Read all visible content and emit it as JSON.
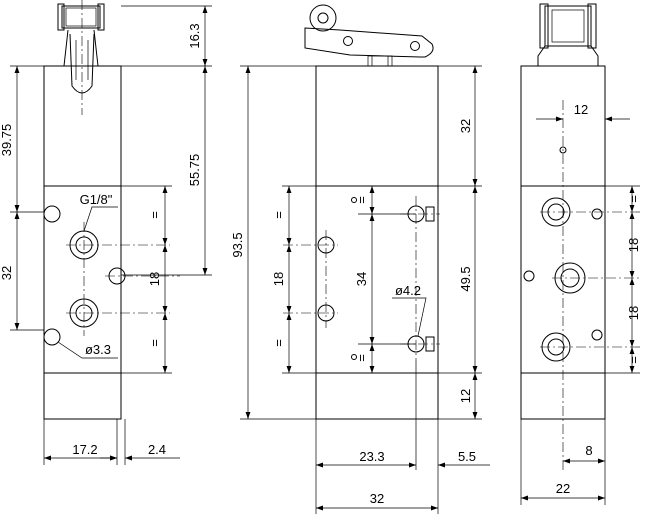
{
  "views": {
    "left": {
      "dims": {
        "top_h": "16.3",
        "upper": "39.75",
        "mid": "55.75",
        "port_span": "32",
        "port_pitch": "18",
        "equal_a": "=",
        "equal_b": "=",
        "width": "17.2",
        "offset": "2.4"
      },
      "callouts": {
        "port": "G1/8\"",
        "hole": "ø3.3"
      }
    },
    "middle": {
      "dims": {
        "overall": "93.5",
        "top": "32",
        "mid": "49.5",
        "bottom": "12",
        "pitch": "18",
        "hole_pitch": "34",
        "equal_a": "=",
        "equal_b": "=",
        "equal_c": "=",
        "equal_d": "=",
        "offset": "23.3",
        "edge": "5.5",
        "width": "32"
      },
      "callouts": {
        "hole": "ø4.2"
      }
    },
    "right": {
      "dims": {
        "top_offset": "12",
        "pitch_a": "18",
        "pitch_b": "18",
        "equal_a": "=",
        "equal_b": "=",
        "offset": "8",
        "width": "22"
      }
    }
  }
}
